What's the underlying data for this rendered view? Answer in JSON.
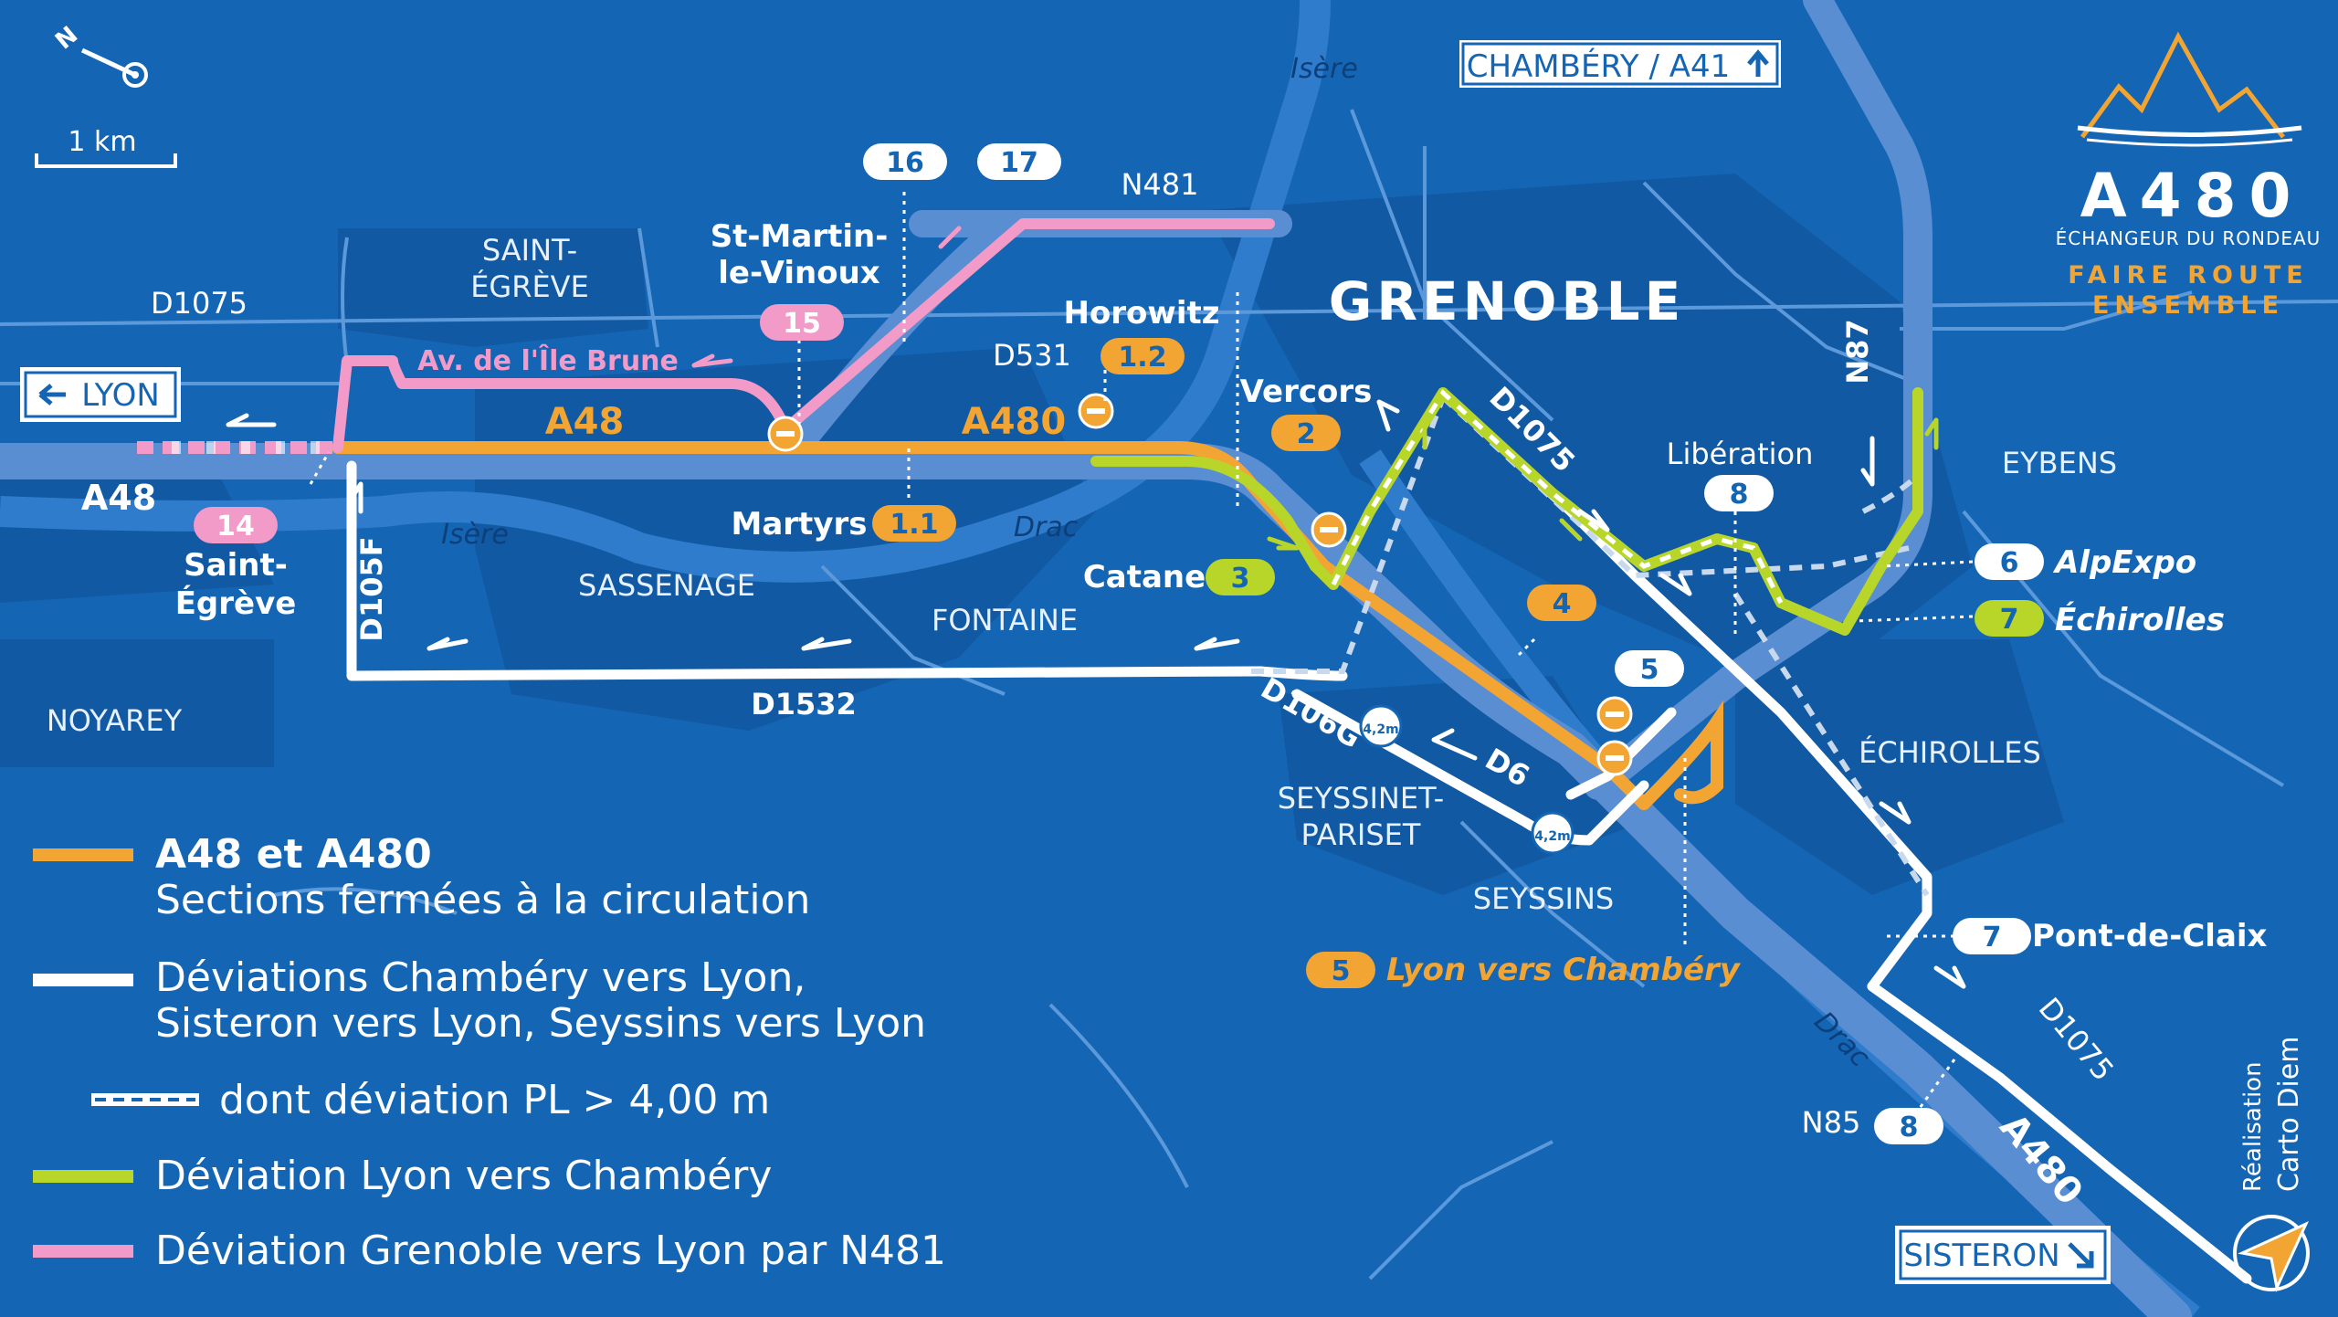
{
  "colors": {
    "background": "#1466b5",
    "closed": "#f2a533",
    "white_route": "#ffffff",
    "green_route": "#b8d62a",
    "pink_route": "#f29ac8",
    "motorway": "#5a8ed2"
  },
  "map": {
    "scale_label": "1 km",
    "compass_label": "N",
    "city": "GRENOBLE",
    "areas": [
      "SAINT-",
      "ÉGRÈVE",
      "SASSENAGE",
      "FONTAINE",
      "NOYAREY",
      "SEYSSINET-",
      "PARISET",
      "SEYSSINS",
      "ÉCHIROLLES",
      "EYBENS"
    ],
    "rivers": [
      "Isère",
      "Isère",
      "Drac",
      "Drac"
    ],
    "roads": [
      "D1075",
      "N481",
      "D531",
      "D1532",
      "D105F",
      "D106G",
      "D6",
      "D1075",
      "N87",
      "D1075",
      "N85"
    ],
    "motorways": [
      "A48",
      "A48",
      "A480",
      "A480"
    ],
    "street": "Av. de l'Île Brune",
    "signs": {
      "chambery": "CHAMBÉRY / A41",
      "lyon": "LYON",
      "sisteron": "SISTERON"
    },
    "exits": [
      {
        "num": "16",
        "name": ""
      },
      {
        "num": "17",
        "name": ""
      },
      {
        "num": "15",
        "name": "St-Martin-"
      },
      {
        "num": "14",
        "name": "Saint-"
      },
      {
        "num": "1.2",
        "name": "Horowitz"
      },
      {
        "num": "1.1",
        "name": "Martyrs"
      },
      {
        "num": "2",
        "name": "Vercors"
      },
      {
        "num": "3",
        "name": "Catane"
      },
      {
        "num": "4",
        "name": ""
      },
      {
        "num": "5",
        "name": ""
      },
      {
        "num": "8",
        "name": "Libération"
      },
      {
        "num": "6",
        "name": "AlpExpo"
      },
      {
        "num": "7",
        "name": "Échirolles"
      },
      {
        "num": "7",
        "name": "Pont-de-Claix"
      },
      {
        "num": "8",
        "name": "N85"
      },
      {
        "num": "5",
        "name": "Lyon vers Chambéry"
      }
    ],
    "extra_names": [
      "le-Vinoux",
      "Égrève"
    ],
    "height_limit": "4,2m"
  },
  "legend": {
    "item1_title": "A48 et A480",
    "item1_sub": "Sections fermées à la circulation",
    "item2_line1": "Déviations Chambéry vers Lyon,",
    "item2_line2": "Sisteron vers Lyon, Seyssins vers Lyon",
    "item3": "dont déviation PL > 4,00 m",
    "item4": "Déviation Lyon vers Chambéry",
    "item5": "Déviation Grenoble vers Lyon par N481"
  },
  "logo": {
    "title": "A480",
    "subtitle": "ÉCHANGEUR DU RONDEAU",
    "tag1": "FAIRE ROUTE",
    "tag2": "ENSEMBLE"
  },
  "credit": {
    "line1": "Réalisation",
    "line2": "Carto Diem"
  }
}
